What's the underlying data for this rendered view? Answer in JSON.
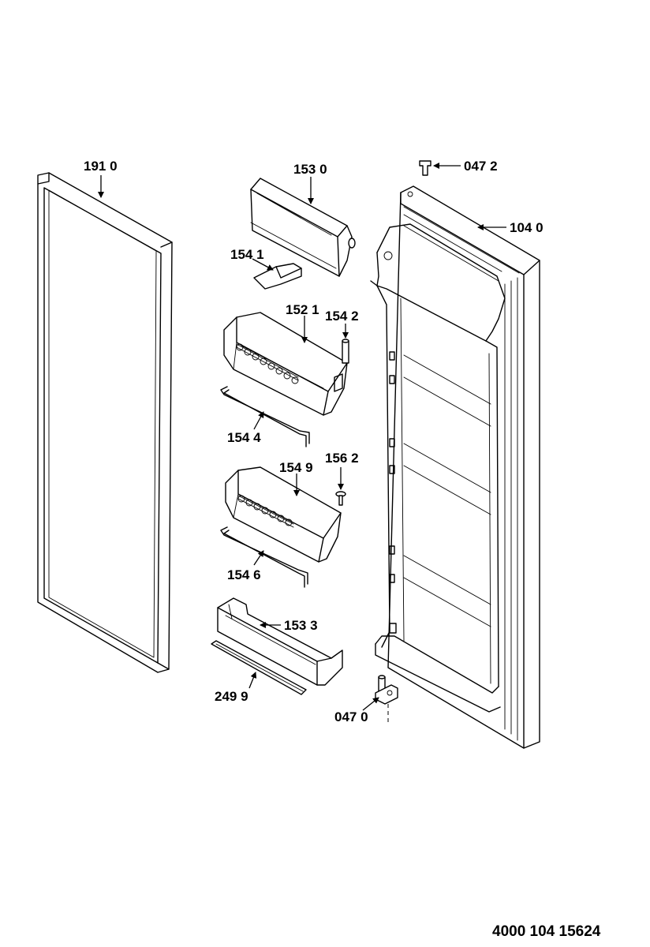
{
  "callouts": {
    "gasket": "191 0",
    "cover": "153 0",
    "pin_top": "047 2",
    "door": "104 0",
    "clip": "154 1",
    "balcony_upper": "152 1",
    "pin_upper": "154 2",
    "rod_upper": "154 4",
    "balcony_middle": "154 9",
    "screw": "156 2",
    "rod_middle": "154 6",
    "balcony_lower": "153 3",
    "trim_strip": "249 9",
    "hinge_bottom": "047 0"
  },
  "document_number": "4000 104 15624"
}
